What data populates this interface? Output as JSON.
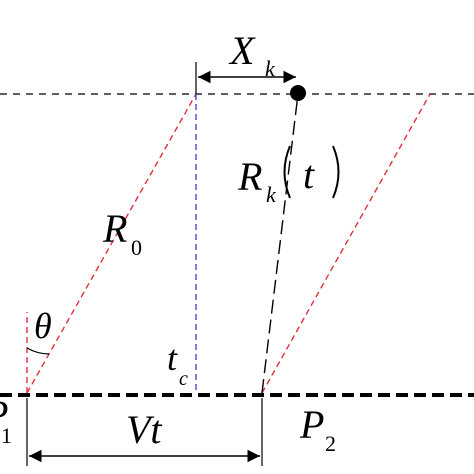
{
  "diagram": {
    "labels": {
      "xk": "X",
      "xk_sub": "k",
      "rk": "R",
      "rk_sub": "k",
      "rk_arg": "t",
      "r0": "R",
      "r0_sub": "0",
      "theta": "θ",
      "tc": "t",
      "tc_sub": "c",
      "vt": "Vt",
      "p2": "P",
      "p2_sub": "2",
      "p1": "P",
      "p1_sub": "1"
    },
    "colors": {
      "line": "#000000",
      "red_dashed": "#e0303a",
      "blue_dashed": "#3a3ad8",
      "target_point": "#000000"
    }
  }
}
